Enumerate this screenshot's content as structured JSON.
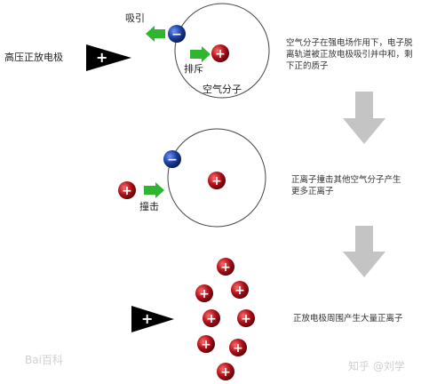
{
  "stage1": {
    "electrode_label": "高压正放电极",
    "attract_label": "吸引",
    "repel_label": "排斥",
    "molecule_label": "空气分子",
    "desc_lines": [
      "空气分子在强电场作用下，电子脱",
      "离轨道被正放电极吸引并中和，剩",
      "下正的质子"
    ]
  },
  "stage2": {
    "impact_label": "撞击",
    "desc_lines": [
      "正离子撞击其他空气分子产生",
      "更多正离子"
    ]
  },
  "stage3": {
    "desc_lines": [
      "正放电极周围产生大量正离子"
    ]
  },
  "symbols": {
    "plus": "+",
    "minus": "−"
  },
  "watermarks": {
    "left": "Bai百科",
    "right": "知乎 @刘学"
  },
  "colors": {
    "electron": "#1c3f9c",
    "proton": "#b0101a",
    "arrow_green": "#2fb52f",
    "down_arrow": "#c4c4c4",
    "electrode": "#000000"
  }
}
